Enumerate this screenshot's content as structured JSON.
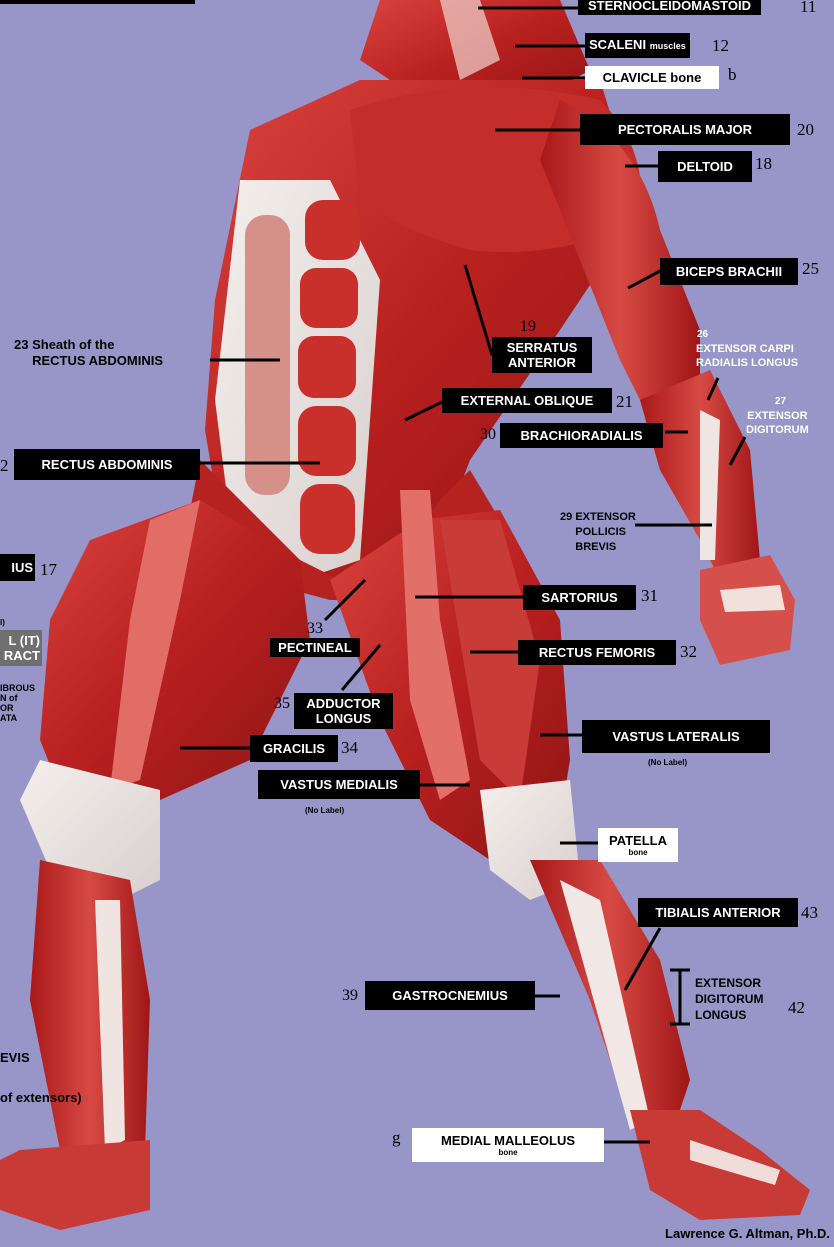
{
  "labels": {
    "sternocleidomastoid": "STERNOCLEIDOMASTOID",
    "sternocleidomastoid_num": "11",
    "scaleni": "SCALENI",
    "scaleni_sub": "muscles",
    "scaleni_num": "12",
    "clavicle": "CLAVICLE bone",
    "clavicle_letter": "b",
    "pectoralis": "PECTORALIS MAJOR",
    "pectoralis_num": "20",
    "deltoid": "DELTOID",
    "deltoid_num": "18",
    "biceps": "BICEPS BRACHII",
    "biceps_num": "25",
    "serratus_num": "19",
    "serratus": "SERRATUS",
    "serratus2": "ANTERIOR",
    "ecrl_num": "26",
    "ecrl1": "EXTENSOR CARPI",
    "ecrl2": "RADIALIS LONGUS",
    "ext_dig_num": "27",
    "ext_dig1": "EXTENSOR",
    "ext_dig2": "DIGITORUM",
    "sheath_num": "23",
    "sheath1": "Sheath of the",
    "sheath2": "RECTUS ABDOMINIS",
    "ext_oblique": "EXTERNAL OBLIQUE",
    "ext_oblique_num": "21",
    "brachioradialis_num": "30",
    "brachioradialis": "BRACHIORADIALIS",
    "rectus_num": "2",
    "rectus": "RECTUS ABDOMINIS",
    "epb_num": "29",
    "epb1": "EXTENSOR",
    "epb2": "POLLICIS",
    "epb3": "BREVIS",
    "ius": "IUS",
    "ius_num": "17",
    "it_note": "l)",
    "it1": "L (IT)",
    "it2": "RACT",
    "fibrous1": "IBROUS",
    "fibrous2": "N of",
    "fibrous3": "OR",
    "fibrous4": "ATA",
    "sartorius": "SARTORIUS",
    "sartorius_num": "31",
    "pectineal_num": "33",
    "pectineal": "PECTINEAL",
    "rectus_femoris": "RECTUS FEMORIS",
    "rectus_femoris_num": "32",
    "adductor_num": "35",
    "adductor1": "ADDUCTOR",
    "adductor2": "LONGUS",
    "vastus_lateralis": "VASTUS LATERALIS",
    "no_label_1": "(No Label)",
    "gracilis": "GRACILIS",
    "gracilis_num": "34",
    "vastus_medialis": "VASTUS MEDIALIS",
    "no_label_2": "(No Label)",
    "patella": "PATELLA",
    "patella_sub": "bone",
    "tibialis": "TIBIALIS ANTERIOR",
    "tibialis_num": "43",
    "edl1": "EXTENSOR",
    "edl2": "DIGITORUM",
    "edl3": "LONGUS",
    "edl_num": "42",
    "gastroc_num": "39",
    "gastroc": "GASTROCNEMIUS",
    "brevis": "EVIS",
    "extensors": "of extensors)",
    "malleolus_letter": "g",
    "malleolus": "MEDIAL MALLEOLUS",
    "malleolus_sub": "bone",
    "credit": "Lawrence G. Altman, Ph.D."
  }
}
